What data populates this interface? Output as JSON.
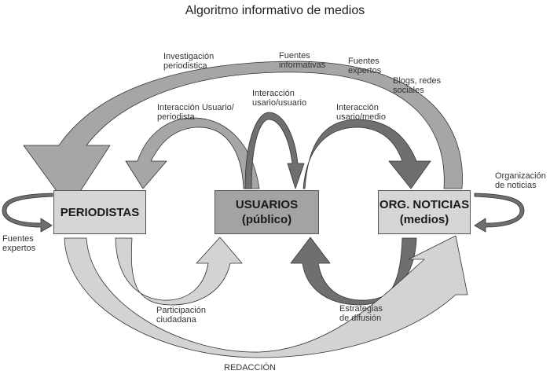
{
  "title": "Algoritmo informativo de medios",
  "colors": {
    "light": "#d3d3d3",
    "medium": "#a6a6a8",
    "dark": "#6f6f72",
    "box_light": "#d6d6d6",
    "box_mid": "#a3a3a5",
    "outline": "#333333"
  },
  "nodes": {
    "periodistas": {
      "line1": "PERIODISTAS"
    },
    "usuarios": {
      "line1": "USUARIOS",
      "line2": "(público)"
    },
    "org_noticias": {
      "line1": "ORG. NOTICIAS",
      "line2": "(medios)"
    }
  },
  "labels": {
    "investigacion": "Investigación\nperiodistica",
    "fuentes_informativas": "Fuentes\ninformativas",
    "fuentes_expertos_top": "Fuentes\nexpertos",
    "blogs": "Blogs, redes\nsociales",
    "interaccion_up": "Interacción Usuario/\nperiodista",
    "interaccion_uu": "Interacción\nusario/usuario",
    "interaccion_um": "Interacción\nusario/medio",
    "organizacion": "Organización\nde noticias",
    "fuentes_expertos_left": "Fuentes\nexpertos",
    "participacion": "Participación\nciudadana",
    "estrategias": "Estrategias\nde difusión",
    "redaccion": "REDACCIÓN"
  }
}
